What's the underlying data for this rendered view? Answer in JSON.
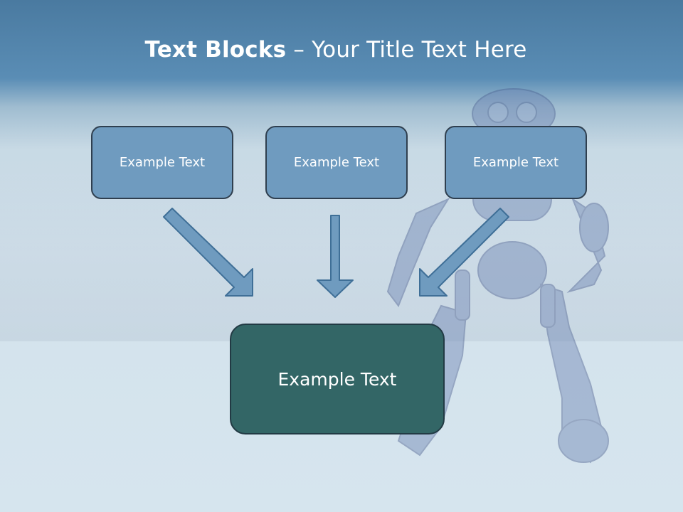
{
  "title": {
    "bold": "Text Blocks",
    "dash": " – ",
    "rest": "Your Title Text Here"
  },
  "boxes": [
    "Example Text",
    "Example Text",
    "Example Text"
  ],
  "main_box": "Example Text",
  "colors": {
    "box": "#6f9bbf",
    "main_box": "#336666",
    "arrow": "#6f9bbf"
  }
}
